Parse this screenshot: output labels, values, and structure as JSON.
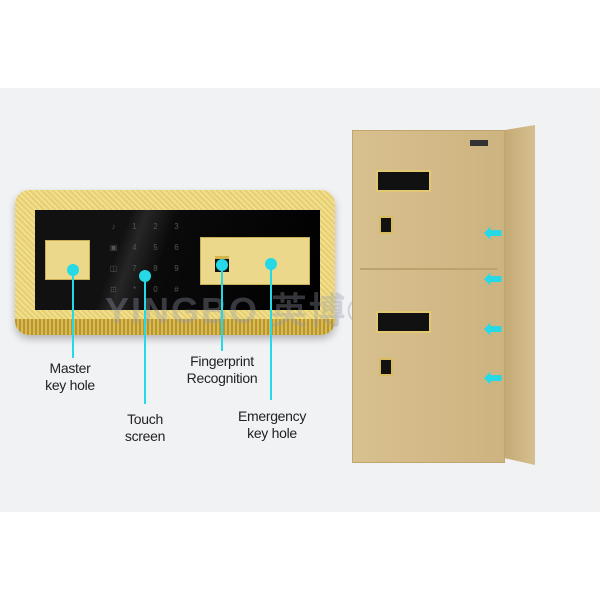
{
  "watermark": "YINGBO 英博®",
  "keypad": [
    "♪",
    "1",
    "2",
    "3",
    "▣",
    "4",
    "5",
    "6",
    "◫",
    "7",
    "8",
    "9",
    "⊡",
    "*",
    "0",
    "#"
  ],
  "labels": {
    "master": [
      "Master",
      "key hole"
    ],
    "touch": [
      "Touch",
      "screen"
    ],
    "fingerprint": [
      "Fingerprint",
      "Recognition"
    ],
    "emergency": [
      "Emergency",
      "key hole"
    ]
  },
  "colors": {
    "accent": "#25d9e6",
    "gold": "#e6cf72",
    "cabinet": "#d3ba86"
  }
}
